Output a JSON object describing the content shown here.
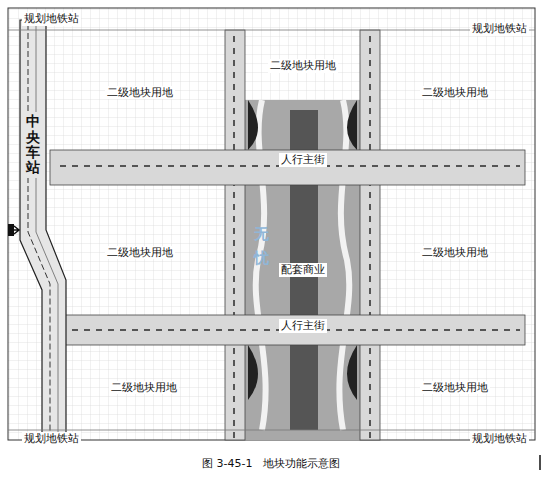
{
  "diagram": {
    "caption": "图 3-45-1　地块功能示意图",
    "nodes": [
      {
        "text": [
          "二级地块用地"
        ]
      },
      {
        "text": [
          "二级地块用地"
        ]
      },
      {
        "text": [
          "二级地块用地"
        ]
      },
      {
        "text": [
          "中央车站"
        ]
      },
      {
        "text": [
          "人行主街"
        ]
      },
      {
        "text": [
          "配套商业"
        ]
      },
      {
        "text": [
          "二级地块用地"
        ]
      },
      {
        "text": [
          "二级地块用地"
        ]
      },
      {
        "text": [
          "人行主街"
        ]
      },
      {
        "text": [
          "二级地块用地"
        ]
      },
      {
        "text": [
          "二级地块用地"
        ]
      }
    ],
    "edges": [],
    "labels": [
      "规划地铁站",
      "规划地铁站",
      "规划地铁站",
      "规划地铁站",
      "无忧"
    ]
  }
}
